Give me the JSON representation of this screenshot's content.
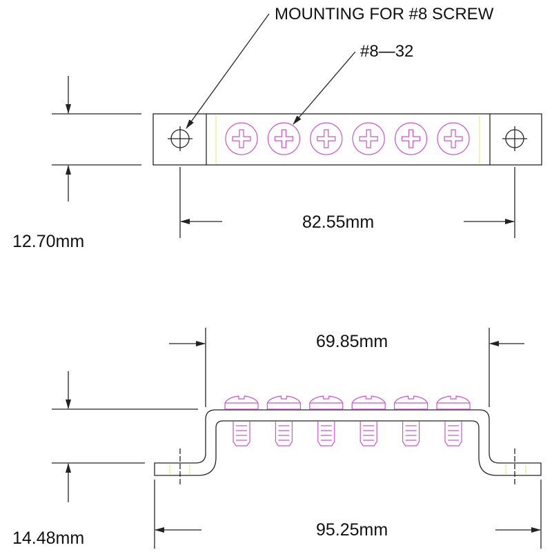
{
  "labels": {
    "mounting": "MOUNTING FOR #8 SCREW",
    "thread": "#8—32"
  },
  "dimensions": {
    "top_length": "82.55mm",
    "top_height": "12.70mm",
    "side_inner_length": "69.85mm",
    "side_height": "14.48mm",
    "side_total_length": "95.25mm"
  },
  "screw_count": 6,
  "colors": {
    "line": "#222222",
    "screw": "#d050d0",
    "centerline": "#e8e860"
  }
}
